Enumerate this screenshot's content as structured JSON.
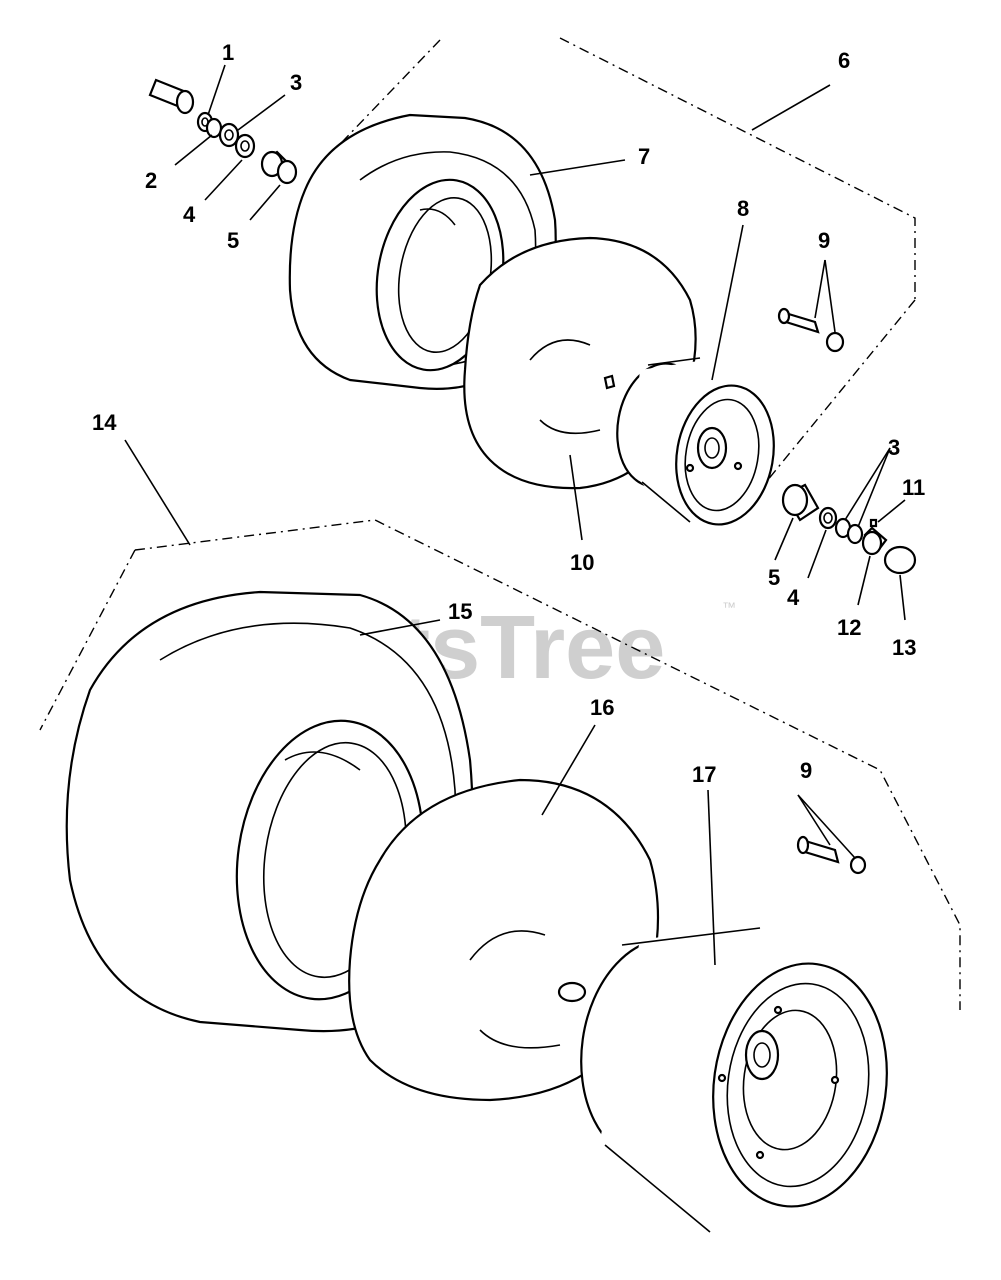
{
  "watermark": {
    "text": "PartsTree",
    "trademark": "™"
  },
  "callouts": [
    "1",
    "2",
    "3",
    "4",
    "5",
    "6",
    "7",
    "8",
    "9",
    "10",
    "11",
    "12",
    "13",
    "14",
    "15",
    "16",
    "17"
  ]
}
